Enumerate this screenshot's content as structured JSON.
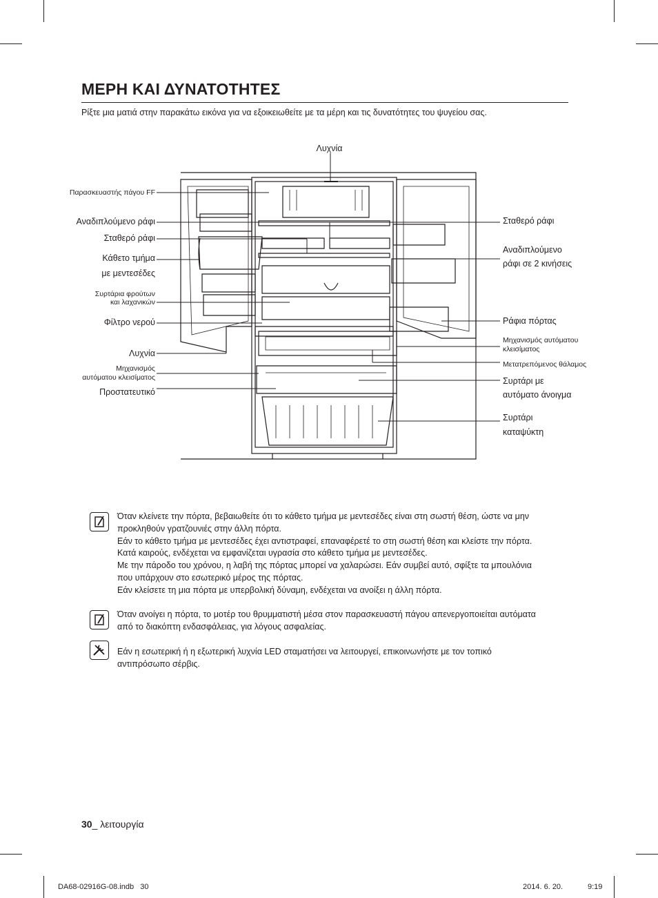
{
  "header": {
    "title": "ΜΕΡΗ ΚΑΙ ΔΥΝΑΤΟΤΗΤΕΣ",
    "intro": "Ρίξτε μια ματιά στην παρακάτω εικόνα για να εξοικειωθείτε με τα μέρη και τις δυνατότητες του ψυγείου σας."
  },
  "diagram": {
    "top_label": "Λυχνία",
    "left_labels": [
      "Παρασκευαστής πάγου FF",
      "Αναδιπλούμενο ράφι",
      "Σταθερό ράφι",
      "Κάθετο τμήμα",
      "με μεντεσέδες",
      "Συρτάρια φρούτων",
      "και λαχανικών",
      "Φίλτρο νερού",
      "Λυχνία",
      "Μηχανισμός",
      "αυτόματου κλεισίματος",
      "Προστατευτικό"
    ],
    "right_labels": [
      "Σταθερό ράφι",
      "Αναδιπλούμενο",
      "ράφι σε 2 κινήσεις",
      "Ράφια πόρτας",
      "Μηχανισμός αυτόματου",
      "κλεισίματος",
      "Μετατρεπόμενος θάλαμος",
      "Συρτάρι με",
      "αυτόματο άνοιγμα",
      "Συρτάρι",
      "καταψύκτη"
    ]
  },
  "notes": [
    {
      "icon": "note-icon",
      "paragraphs": [
        "Όταν κλείνετε την πόρτα, βεβαιωθείτε ότι το κάθετο τμήμα με μεντεσέδες είναι στη σωστή θέση, ώστε να μην",
        "προκληθούν γρατζουνιές στην άλλη πόρτα.",
        "Εάν το κάθετο τμήμα με μεντεσέδες έχει αντιστραφεί, επαναφέρετέ το στη σωστή θέση και κλείστε την πόρτα.",
        "Κατά καιρούς, ενδέχεται να εμφανίζεται υγρασία στο κάθετο τμήμα με μεντεσέδες.",
        "Με την πάροδο του χρόνου, η λαβή της πόρτας μπορεί να χαλαρώσει. Εάν συμβεί αυτό, σφίξτε τα μπουλόνια",
        "που υπάρχουν στο εσωτερικό μέρος της πόρτας.",
        "Εάν κλείσετε τη μια πόρτα με υπερβολική δύναμη, ενδέχεται να ανοίξει η άλλη πόρτα."
      ]
    },
    {
      "icon": "note-icon",
      "paragraphs": [
        "Όταν ανοίγει η πόρτα, το μοτέρ του θρυμματιστή μέσα στον παρασκευαστή πάγου απενεργοποιείται αυτόματα",
        "από το διακόπτη ενδασφάλειας, για λόγους ασφαλείας."
      ]
    },
    {
      "icon": "service-tools-icon",
      "paragraphs": [
        "Εάν η εσωτερική ή η εξωτερική λυχνία LED σταματήσει να λειτουργεί, επικοινωνήστε με τον τοπικό",
        "αντιπρόσωπο σέρβις."
      ]
    }
  ],
  "footer": {
    "page_number": "30",
    "section": "_ λειτουργία",
    "print_file": "DA68-02916G-08.indb   30",
    "print_date": "2014. 6. 20.",
    "print_time": "9:19"
  }
}
